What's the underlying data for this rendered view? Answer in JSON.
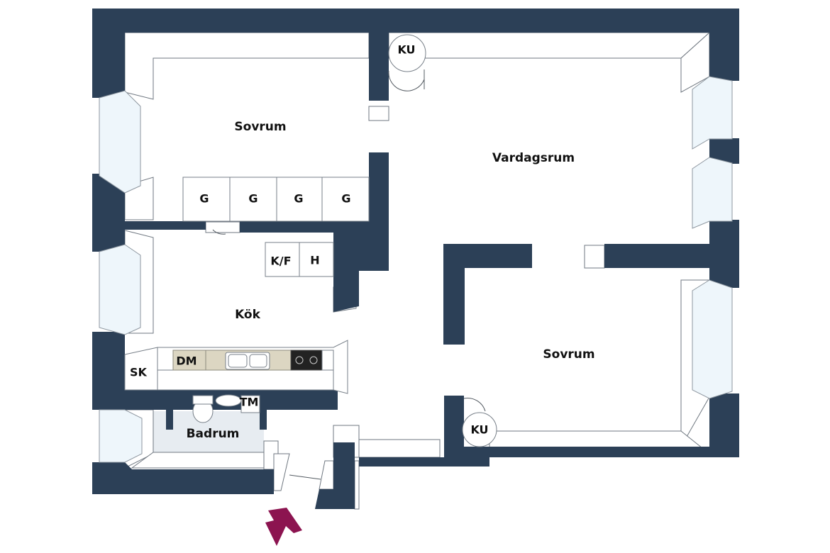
{
  "rooms": {
    "bedroom_top": "Sovrum",
    "living": "Vardagsrum",
    "kitchen": "Kök",
    "bedroom_right": "Sovrum",
    "bathroom": "Badrum"
  },
  "fixtures": {
    "wardrobe_1": "G",
    "wardrobe_2": "G",
    "wardrobe_3": "G",
    "wardrobe_4": "G",
    "fridge_freezer": "K/F",
    "shelving": "H",
    "dishwasher": "DM",
    "cabinet": "SK",
    "washer": "TM",
    "closet_top": "KU",
    "closet_bottom": "KU"
  },
  "colors": {
    "wall": "#2c4057",
    "entrance_arrow": "#8c1450",
    "bathroom_floor": "#e7ecf1"
  },
  "icons": {
    "entrance": "entrance-arrow-icon"
  }
}
